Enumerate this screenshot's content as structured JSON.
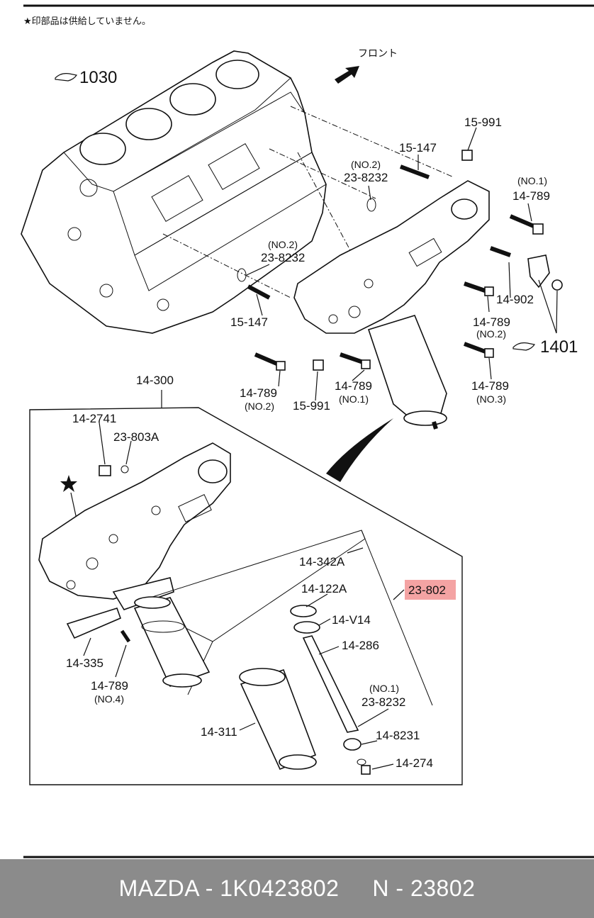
{
  "header": {
    "note_text": "★印部品は供給していません。"
  },
  "direction": {
    "label": "フロント"
  },
  "refs": {
    "block": "1030",
    "bracket": "1401"
  },
  "labels": {
    "l_15991_top": "15-991",
    "l_15147_top": "15-147",
    "l_no1_a": "(NO.1)",
    "l_14789_a": "14-789",
    "l_no2_a": "(NO.2)",
    "l_238232_a": "23-8232",
    "l_no2_b": "(NO.2)",
    "l_238232_b": "23-8232",
    "l_14902": "14-902",
    "l_15147_mid": "15-147",
    "l_14789_b": "14-789",
    "l_no2_c": "(NO.2)",
    "l_14300": "14-300",
    "l_14789_c": "14-789",
    "l_no2_d": "(NO.2)",
    "l_15991_bot": "15-991",
    "l_14789_d": "14-789",
    "l_no1_d": "(NO.1)",
    "l_14789_e": "14-789",
    "l_no3_e": "(NO.3)",
    "l_142741": "14-2741",
    "l_23803a": "23-803A",
    "l_14342a": "14-342A",
    "l_14122a": "14-122A",
    "l_23802": "23-802",
    "l_14v14": "14-V14",
    "l_14286": "14-286",
    "l_14335": "14-335",
    "l_14789_f": "14-789",
    "l_no4_f": "(NO.4)",
    "l_no1_g": "(NO.1)",
    "l_238232_g": "23-8232",
    "l_14311": "14-311",
    "l_148231": "14-8231",
    "l_14274": "14-274"
  },
  "highlight_color": "#f4a3a3",
  "footer": {
    "text": "MAZDA - 1K0423802     N - 23802"
  }
}
